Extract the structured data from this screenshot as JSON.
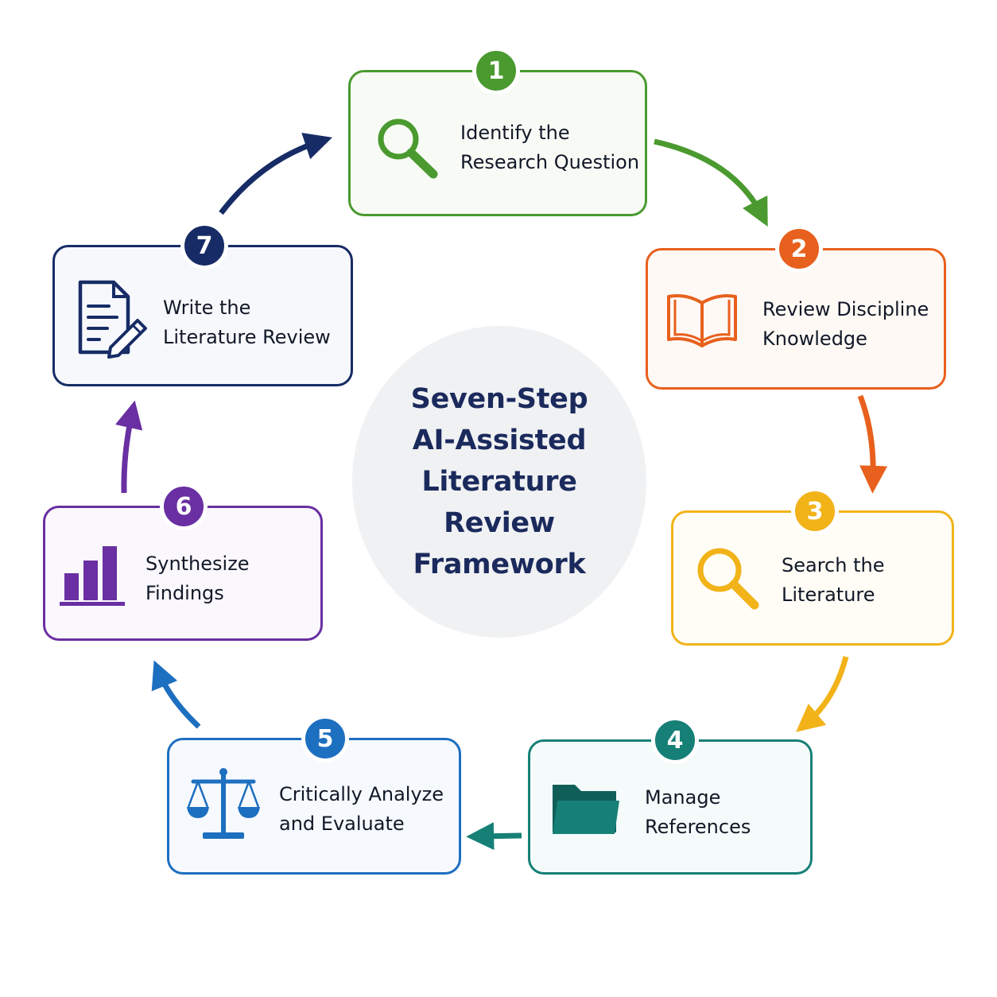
{
  "title_lines": [
    "Seven-Step",
    "AI-Assisted",
    "Literature Review",
    "Framework"
  ],
  "steps": [
    {
      "number": "1",
      "lines": [
        "Identify the",
        "Research Question"
      ],
      "icon": "magnifier-icon",
      "color": "#4a9a2f",
      "bg": "#f8fbf5"
    },
    {
      "number": "2",
      "lines": [
        "Review Discipline",
        "Knowledge"
      ],
      "icon": "open-book-icon",
      "color": "#e8601d",
      "bg": "#fff9f5"
    },
    {
      "number": "3",
      "lines": [
        "Search the",
        "Literature"
      ],
      "icon": "magnifier-icon",
      "color": "#f2b319",
      "bg": "#fffdf5"
    },
    {
      "number": "4",
      "lines": [
        "Manage",
        "References"
      ],
      "icon": "folder-icon",
      "color": "#168077",
      "bg": "#f5fbfa"
    },
    {
      "number": "5",
      "lines": [
        "Critically Analyze",
        "and Evaluate"
      ],
      "icon": "scales-icon",
      "color": "#1d6fc0",
      "bg": "#f6f9fd"
    },
    {
      "number": "6",
      "lines": [
        "Synthesize",
        "Findings"
      ],
      "icon": "bar-chart-icon",
      "color": "#6a2fa2",
      "bg": "#faf7fd"
    },
    {
      "number": "7",
      "lines": [
        "Write the",
        "Literature Review"
      ],
      "icon": "document-pen-icon",
      "color": "#172c66",
      "bg": "#f7f8fc"
    }
  ]
}
